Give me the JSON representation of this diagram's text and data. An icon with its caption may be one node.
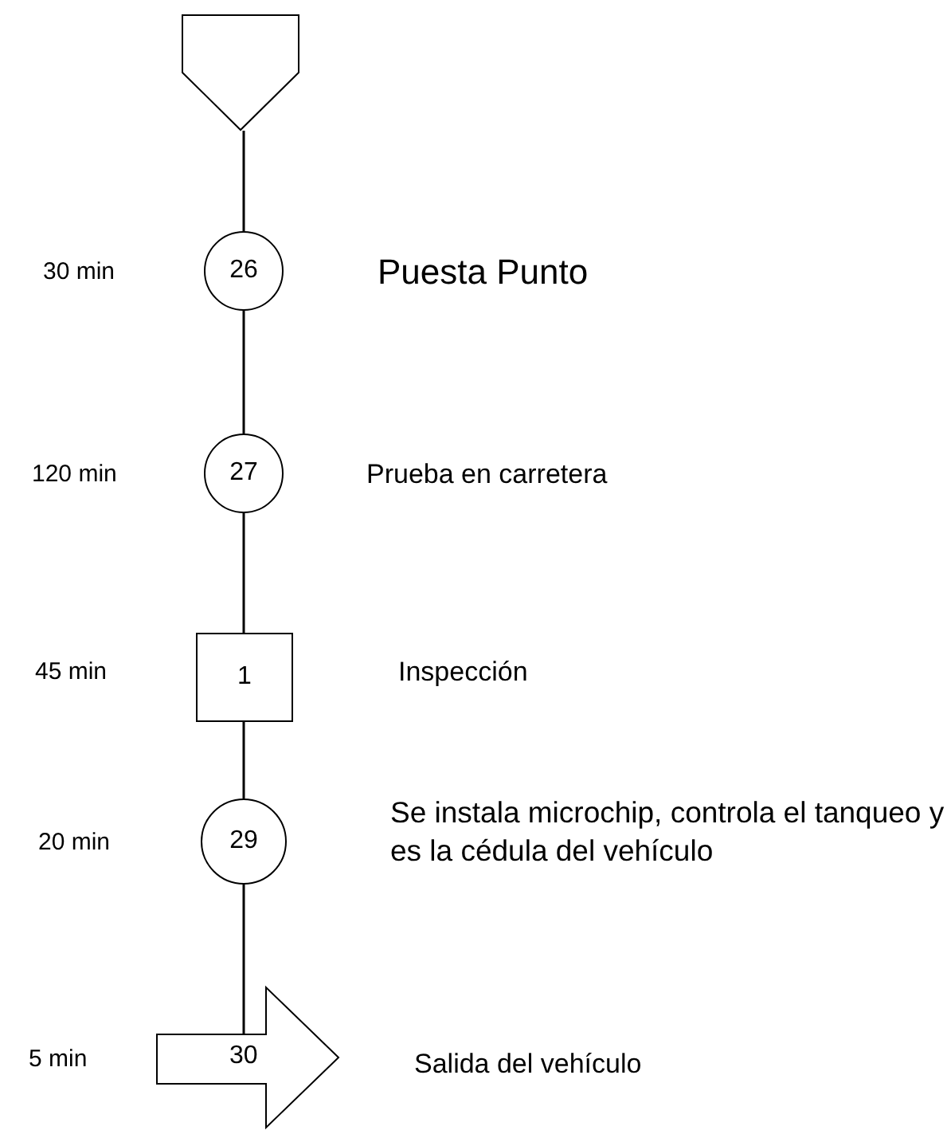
{
  "diagram": {
    "nodes": [
      {
        "text": [],
        "shape": "pentagon"
      },
      {
        "text": [
          "26"
        ],
        "beside": [
          "30 min",
          "Puesta Punto"
        ]
      },
      {
        "text": [
          "27"
        ],
        "beside": [
          "120 min",
          "Prueba en carretera"
        ]
      },
      {
        "text": [
          "1"
        ],
        "beside": [
          "45 min",
          "Inspección"
        ]
      },
      {
        "text": [
          "29"
        ],
        "beside": [
          "20 min",
          "Se instala microchip, controla el tanqueo y es la cédula del vehículo"
        ]
      },
      {
        "text": [
          "30"
        ],
        "beside": [
          "5 min",
          "Salida del vehículo"
        ]
      }
    ],
    "edges": [
      {
        "from": 0,
        "to": 1,
        "arrow": "none"
      },
      {
        "from": 1,
        "to": 2,
        "arrow": "none"
      },
      {
        "from": 2,
        "to": 3,
        "arrow": "none"
      },
      {
        "from": 3,
        "to": 4,
        "arrow": "none"
      },
      {
        "from": 4,
        "to": 5,
        "arrow": "none"
      }
    ]
  }
}
